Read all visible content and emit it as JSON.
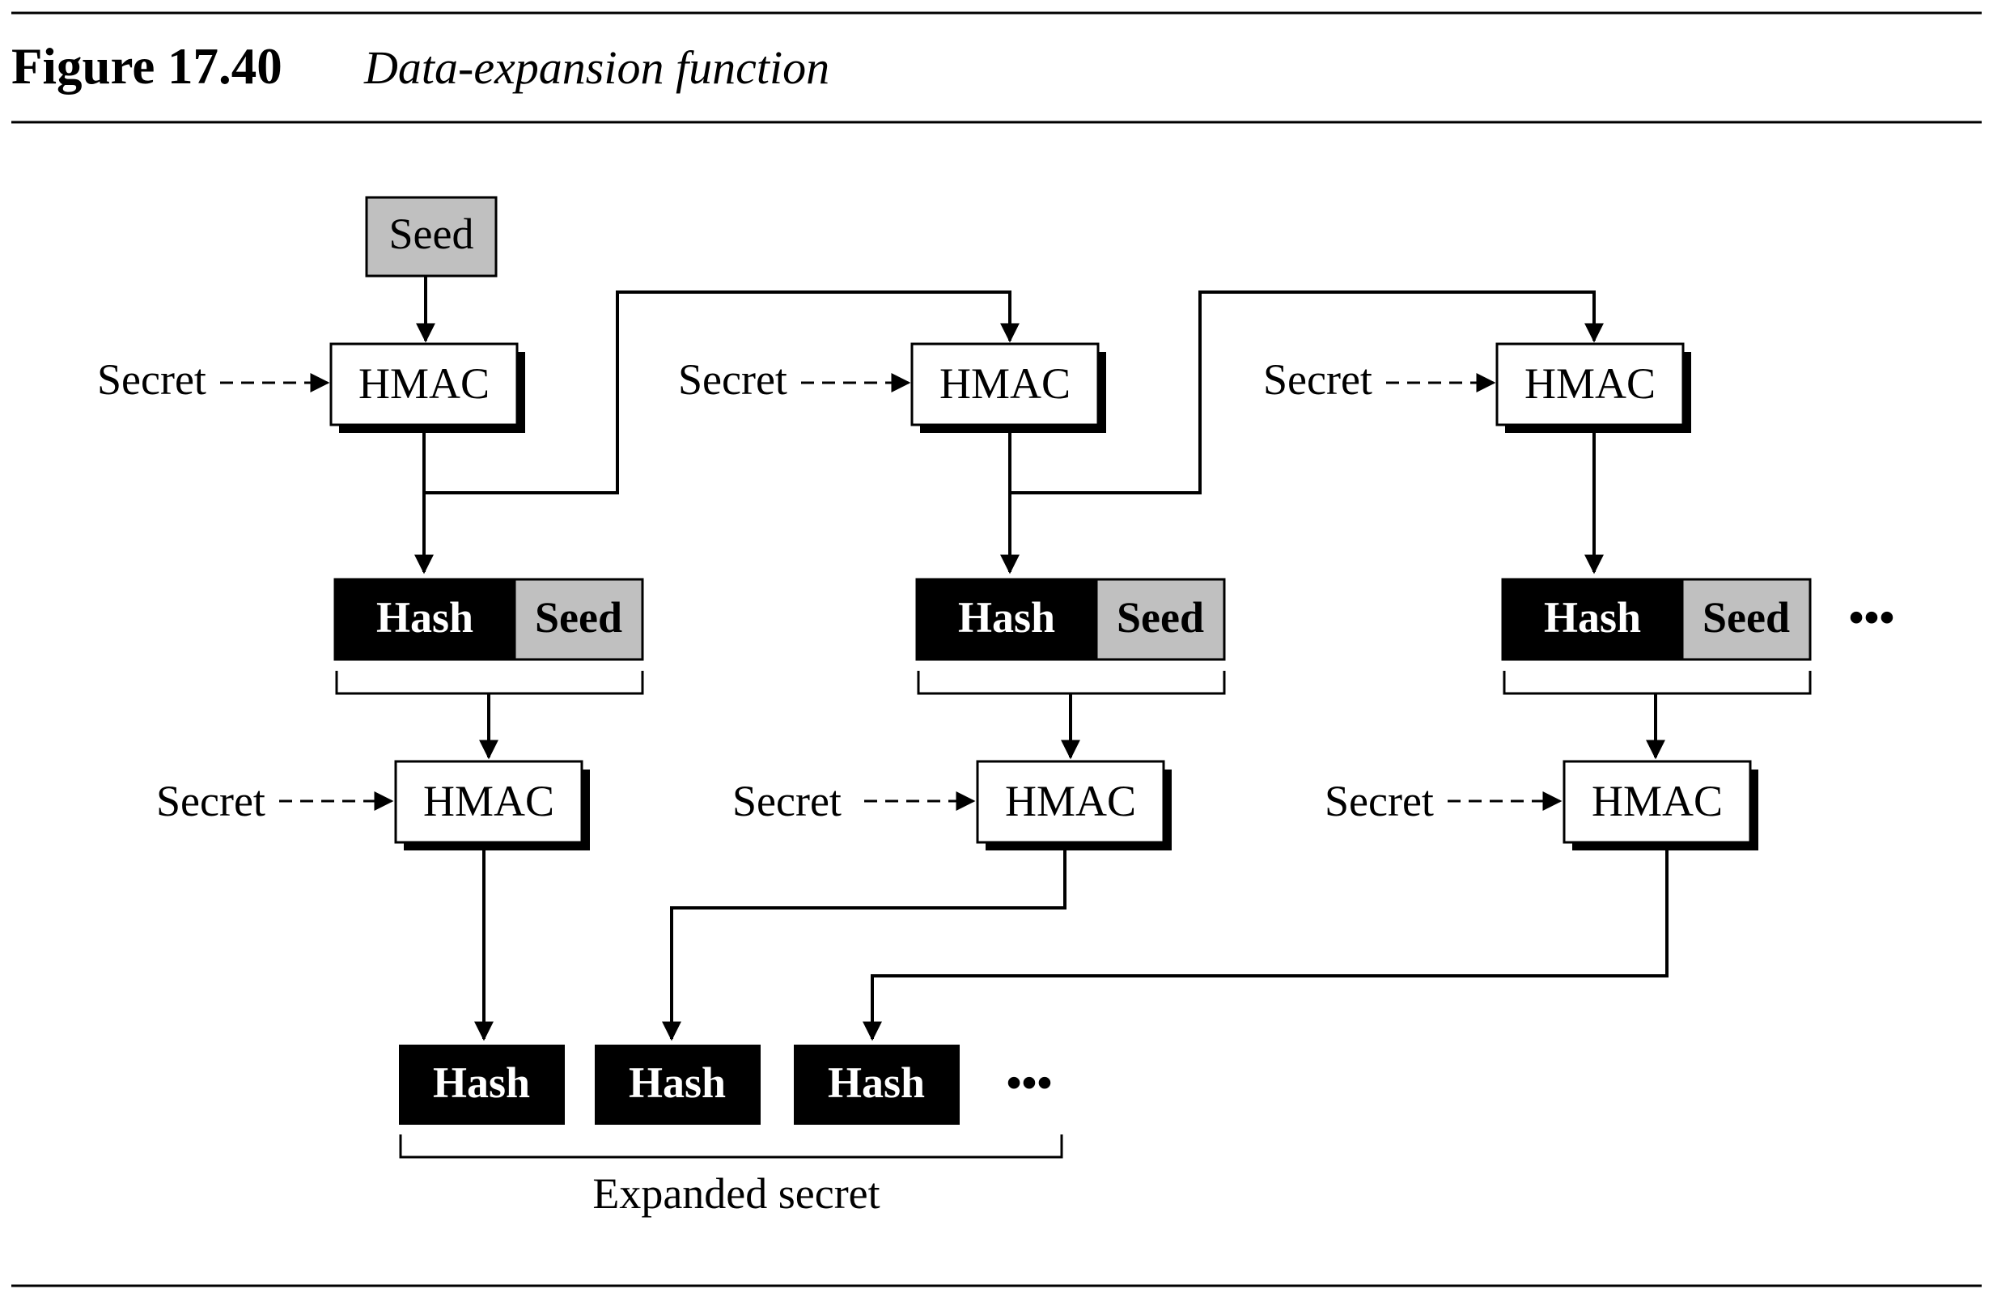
{
  "caption": {
    "number": "Figure 17.40",
    "title": "Data-expansion function"
  },
  "labels": {
    "seed": "Seed",
    "secret": "Secret",
    "hmac": "HMAC",
    "hash": "Hash",
    "ellipsis": "•••",
    "expanded_secret": "Expanded secret"
  },
  "colors": {
    "black": "#000000",
    "seed_gray": "#c0c0c0",
    "white": "#ffffff"
  }
}
